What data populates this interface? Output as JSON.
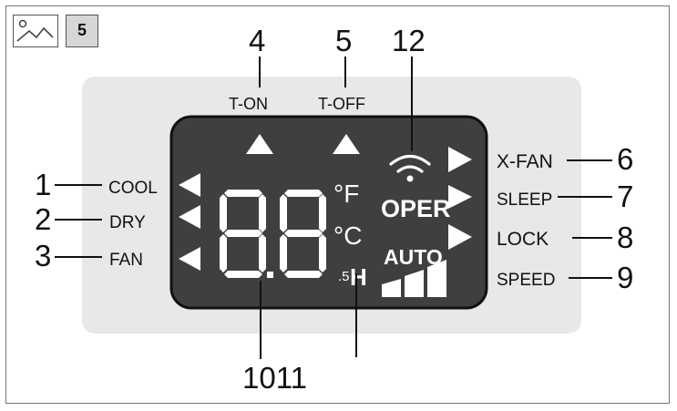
{
  "badge": "5",
  "icons": {
    "image": "image-icon"
  },
  "colors": {
    "panel": "#e8e8e8",
    "screen": "#3f3f3f",
    "segment": "#ffffff",
    "line": "#111111"
  },
  "labels": {
    "t_on": "T-ON",
    "t_off": "T-OFF",
    "cool": "COOL",
    "dry": "DRY",
    "fan": "FAN",
    "x_fan": "X-FAN",
    "sleep": "SLEEP",
    "lock": "LOCK",
    "speed": "SPEED"
  },
  "display": {
    "fahrenheit": "°F",
    "celsius": "°C",
    "oper": "OPER",
    "auto": "AUTO",
    "hour": "H",
    "half": ".5"
  },
  "callouts": {
    "n1": "1",
    "n2": "2",
    "n3": "3",
    "n4": "4",
    "n5": "5",
    "n6": "6",
    "n7": "7",
    "n8": "8",
    "n9": "9",
    "n12": "12",
    "n1011": "1011"
  }
}
